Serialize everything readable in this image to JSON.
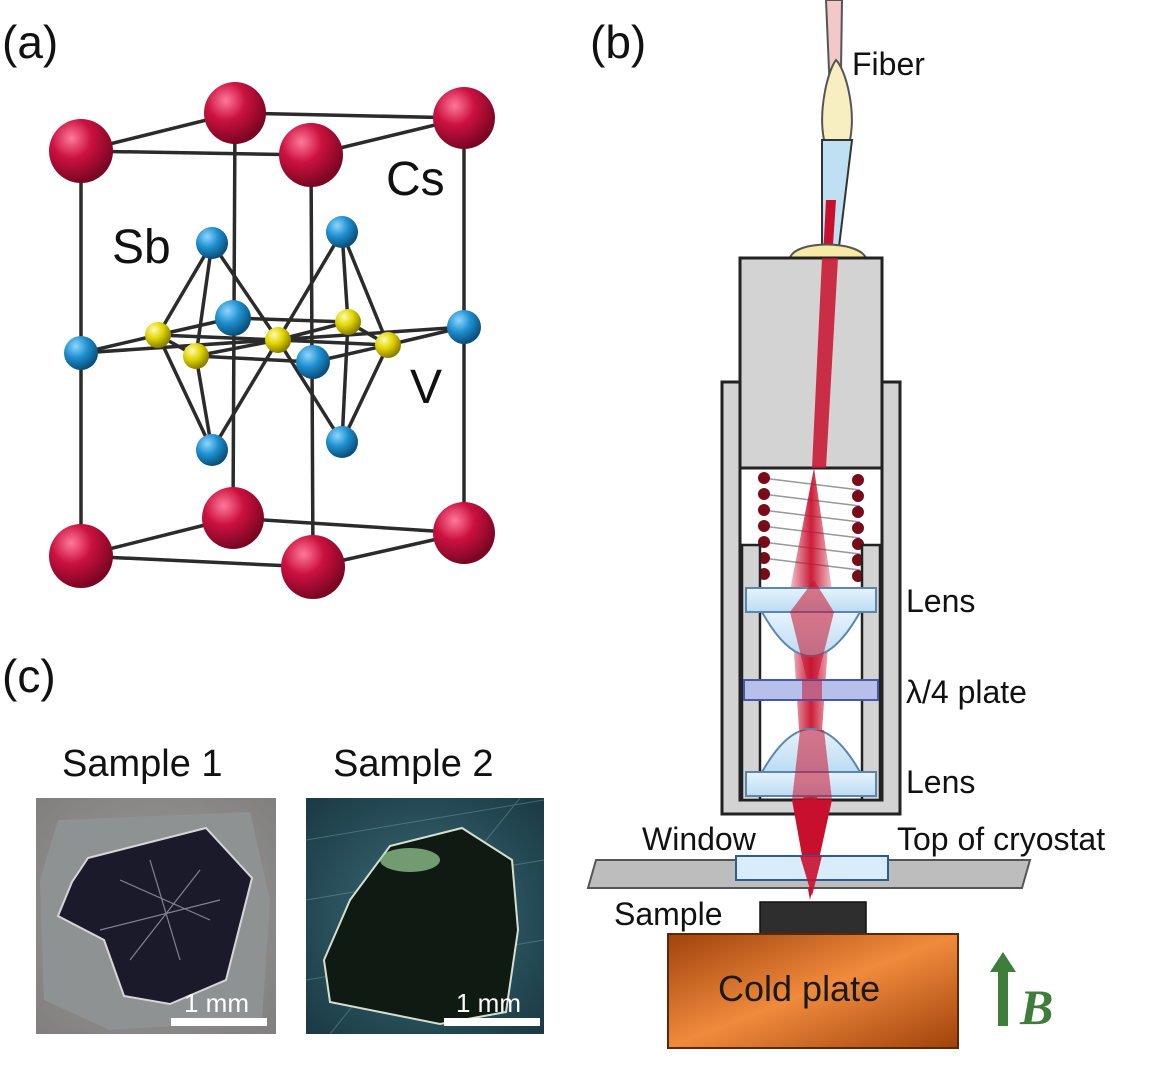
{
  "panels": {
    "a": "(a)",
    "b": "(b)",
    "c": "(c)"
  },
  "crystal": {
    "atoms": [
      "Cs",
      "Sb",
      "V"
    ],
    "colors": {
      "Cs": "#cc1140",
      "Sb": "#1e8fcf",
      "V": "#e0d400",
      "bond": "#2b2b2b"
    }
  },
  "setup": {
    "labels": {
      "fiber": "Fiber",
      "lens_top": "Lens",
      "quarter_wave": "λ/4 plate",
      "lens_bottom": "Lens",
      "window": "Window",
      "cryostat_top": "Top of cryostat",
      "sample": "Sample",
      "cold_plate": "Cold plate",
      "field": "B"
    },
    "colors": {
      "beam": "#c8102e",
      "cold_plate": "#d2691e",
      "field_arrow": "#3f7d3a",
      "housing": "#d3d3d3"
    }
  },
  "samples": [
    {
      "title": "Sample 1",
      "scale_bar": "1 mm"
    },
    {
      "title": "Sample 2",
      "scale_bar": "1 mm"
    }
  ]
}
